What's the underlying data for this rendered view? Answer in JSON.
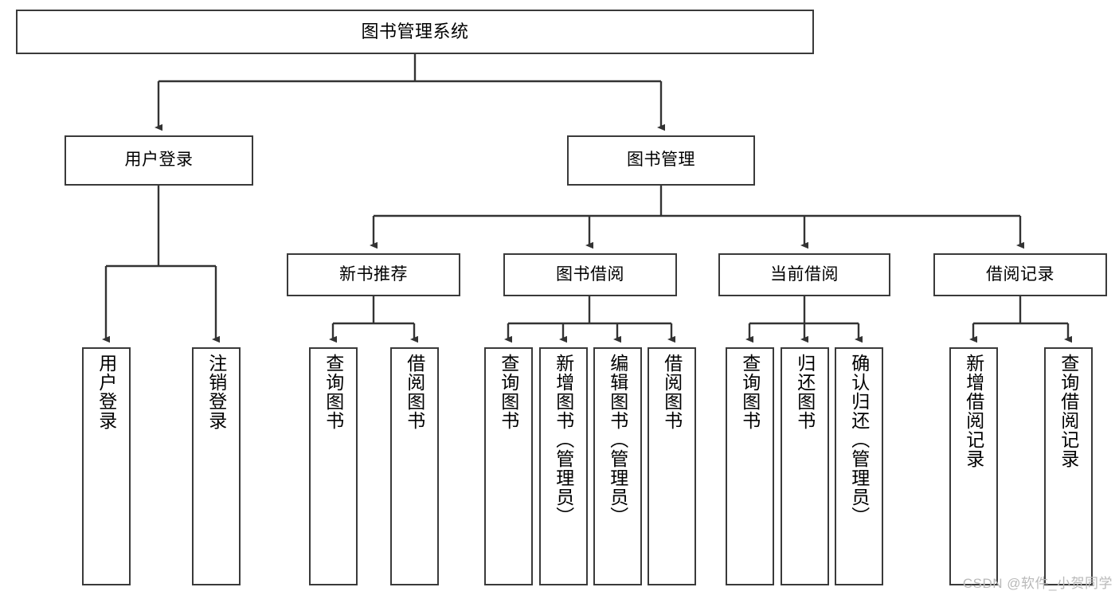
{
  "diagram": {
    "title": "图书管理系统",
    "watermark": "CSDN @软件_小贺同学",
    "style": {
      "background": "#ffffff",
      "box_border": "#3a3a3a",
      "edge_color": "#333333",
      "text_color": "#000000",
      "watermark_color": "#b9b9b9"
    },
    "nodes": {
      "root": {
        "label": "图书管理系统"
      },
      "level1": [
        {
          "label": "用户登录"
        },
        {
          "label": "图书管理"
        }
      ],
      "level2": [
        {
          "label": "新书推荐"
        },
        {
          "label": "图书借阅"
        },
        {
          "label": "当前借阅"
        },
        {
          "label": "借阅记录"
        }
      ],
      "leaves": {
        "user_login": [
          {
            "label": "用户登录"
          },
          {
            "label": "注销登录"
          }
        ],
        "new_book": [
          {
            "label": "查询图书"
          },
          {
            "label": "借阅图书"
          }
        ],
        "book_borrow": [
          {
            "label": "查询图书"
          },
          {
            "label": "新增图书（管理员）"
          },
          {
            "label": "编辑图书（管理员）"
          },
          {
            "label": "借阅图书"
          }
        ],
        "current_borrow": [
          {
            "label": "查询图书"
          },
          {
            "label": "归还图书"
          },
          {
            "label": "确认归还（管理员）"
          }
        ],
        "borrow_record": [
          {
            "label": "新增借阅记录"
          },
          {
            "label": "查询借阅记录"
          }
        ]
      }
    }
  }
}
